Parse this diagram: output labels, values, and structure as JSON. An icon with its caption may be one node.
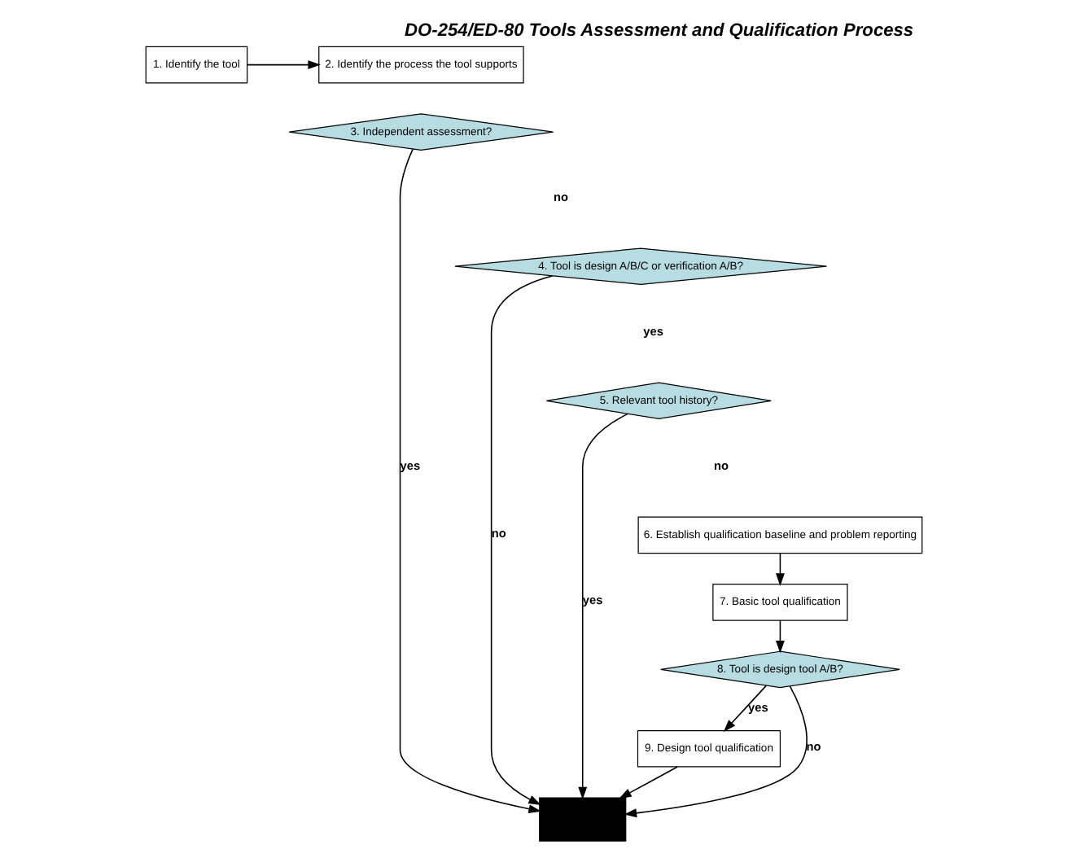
{
  "diagram": {
    "title": "DO-254/ED-80 Tools Assessment and Qualification Process",
    "nodes": [
      {
        "text": [
          "1. Identify the tool"
        ]
      },
      {
        "text": [
          "2. Identify the process the tool supports"
        ]
      },
      {
        "text": [
          "3. Independent assessment?"
        ]
      },
      {
        "text": [
          "4. Tool is design A/B/C or verification A/B?"
        ]
      },
      {
        "text": [
          "5. Relevant tool history?"
        ]
      },
      {
        "text": [
          "6. Establish qualification baseline and problem reporting"
        ]
      },
      {
        "text": [
          "7. Basic tool qualification"
        ]
      },
      {
        "text": [
          "8. Tool is design tool A/B?"
        ]
      },
      {
        "text": [
          "9. Design tool qualification"
        ]
      },
      {
        "text": [],
        "shape": "box"
      }
    ],
    "edges": [
      {
        "from": 0,
        "to": 1,
        "arrow": "to"
      },
      {
        "from": 2,
        "to": 9,
        "arrow": "to",
        "label": "yes"
      },
      {
        "from": 3,
        "to": 9,
        "arrow": "to",
        "label": "no"
      },
      {
        "from": 4,
        "to": 9,
        "arrow": "to",
        "label": "yes"
      },
      {
        "from": 5,
        "to": 6,
        "arrow": "to"
      },
      {
        "from": 6,
        "to": 7,
        "arrow": "to"
      },
      {
        "from": 7,
        "to": 8,
        "arrow": "to",
        "label": "yes"
      },
      {
        "from": 8,
        "to": 9,
        "arrow": "to"
      },
      {
        "from": 7,
        "to": 9,
        "arrow": "to",
        "label": "no"
      }
    ],
    "labels": [
      "no",
      "yes",
      "no"
    ]
  }
}
